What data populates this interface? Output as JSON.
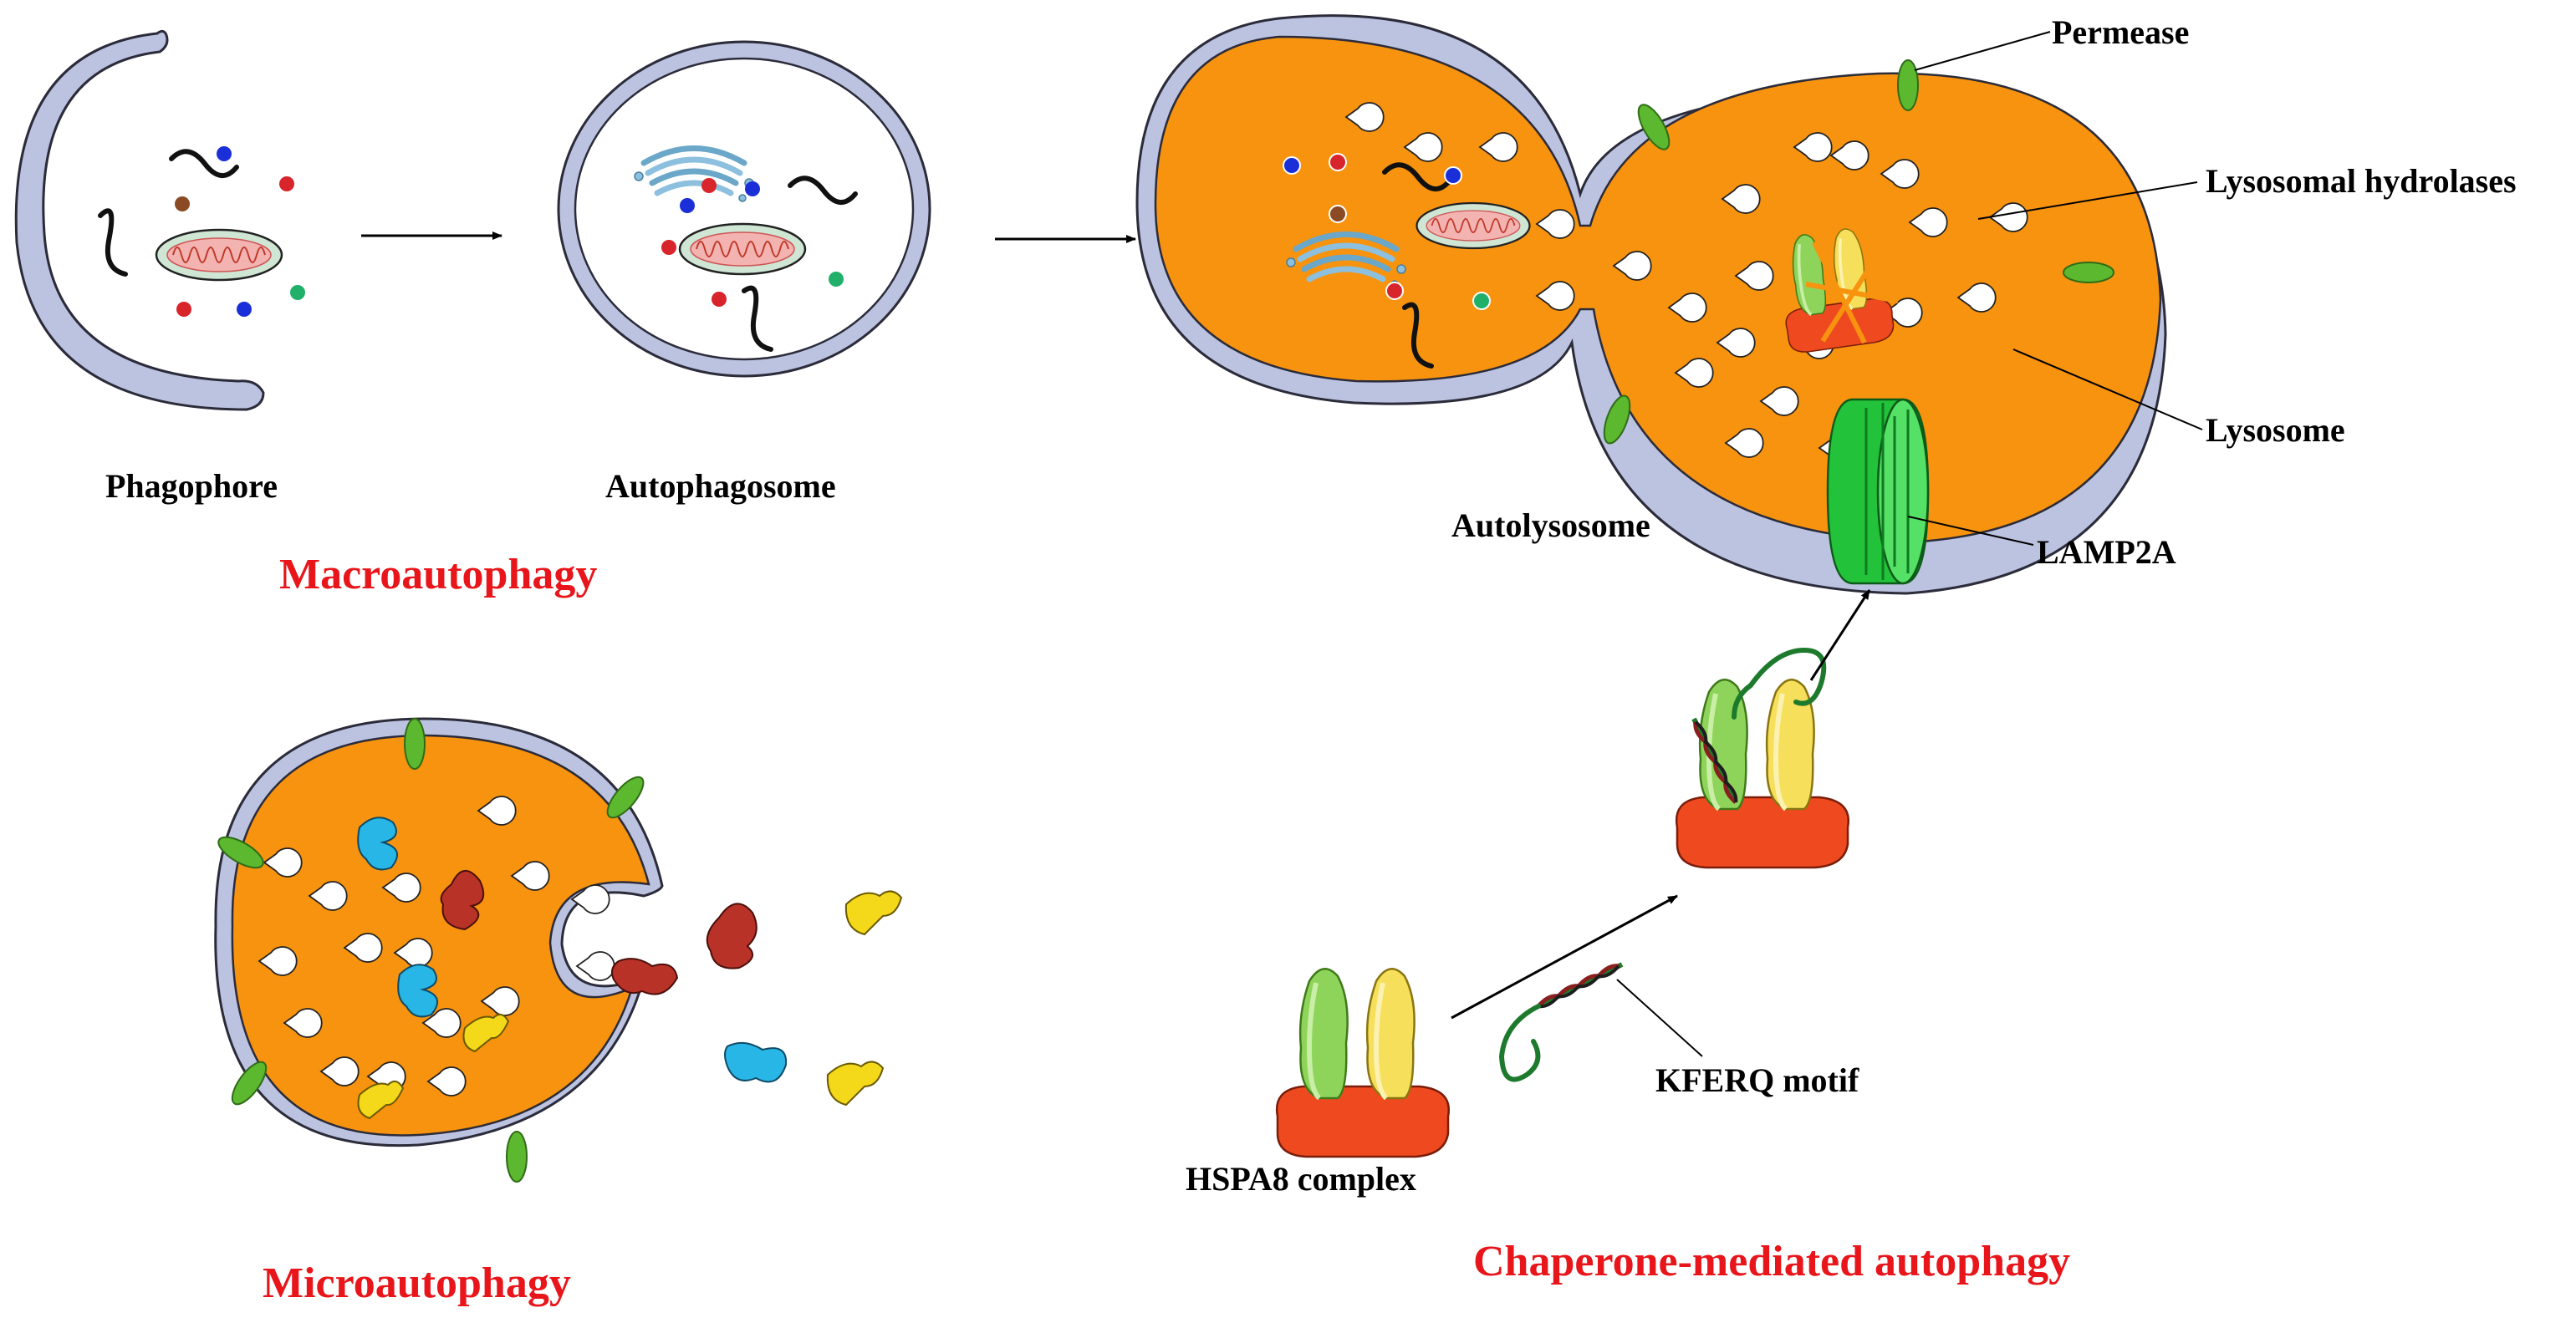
{
  "colors": {
    "lysosome_fill": "#f7930e",
    "membrane": "#bcc3e0",
    "membrane_stroke": "#2b2b3a",
    "permease": "#5cb82e",
    "title_red": "#e8161b",
    "hsp_green": "#8fd45a",
    "hsp_yellow": "#f6df5a",
    "hsp_red": "#ef4a1f",
    "lamp2a": "#22c23a",
    "substrate_red": "#b83228",
    "substrate_blue": "#28b6e6",
    "substrate_yellow": "#f4d81a"
  },
  "icons": [
    "phagophore-icon",
    "autophagosome-icon",
    "autolysosome-icon",
    "lysosome-icon",
    "mitochondrion-icon",
    "golgi-icon",
    "hydrolase-icon",
    "permease-icon",
    "lamp2a-icon",
    "hspa8-complex-icon",
    "kferq-substrate-icon",
    "arrow-icon"
  ],
  "macro": {
    "title": "Macroautophagy",
    "phagophore_label": "Phagophore",
    "autophagosome_label": "Autophagosome",
    "autolysosome_label": "Autolysosome"
  },
  "lysosome_labels": {
    "permease": "Permease",
    "hydrolases": "Lysosomal hydrolases",
    "lysosome": "Lysosome",
    "lamp2a": "LAMP2A"
  },
  "micro": {
    "title": "Microautophagy"
  },
  "cma": {
    "title": "Chaperone-mediated autophagy",
    "hspa8_label": "HSPA8 complex",
    "kferq_label": "KFERQ motif"
  }
}
